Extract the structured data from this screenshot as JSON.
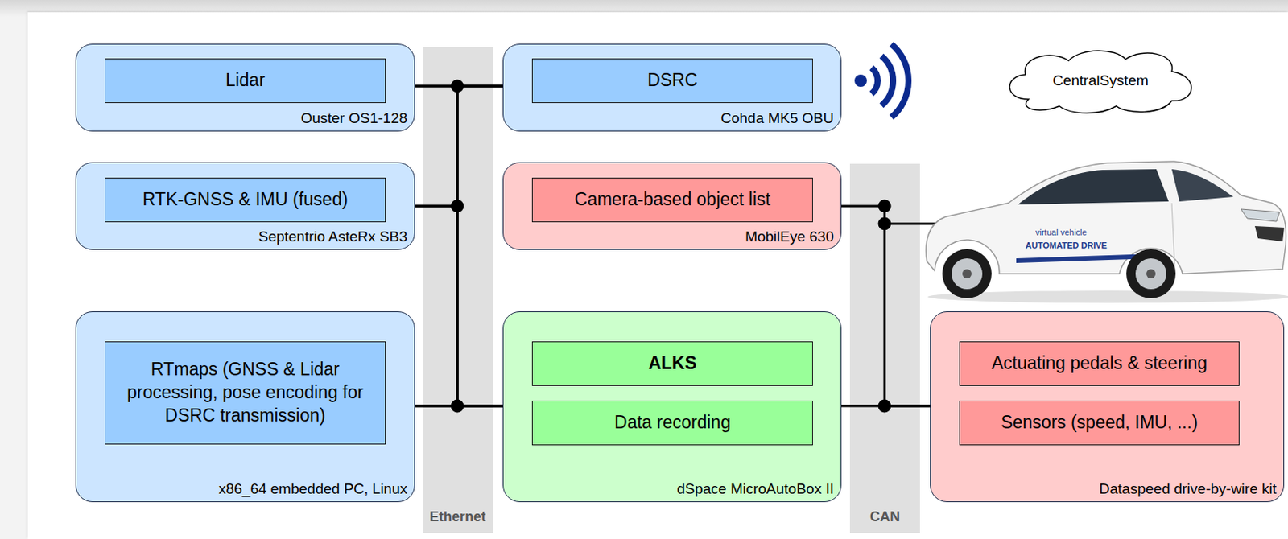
{
  "diagram": {
    "nodes": [
      {
        "text": [
          "Ouster OS1-128"
        ]
      },
      {
        "text": [
          "Lidar"
        ],
        "in": 0
      },
      {
        "text": [
          "Cohda MK5 OBU"
        ]
      },
      {
        "text": [
          "DSRC"
        ],
        "in": 2
      },
      {
        "text": [
          "CentralSystem"
        ]
      },
      {
        "text": [
          "Septentrio AsteRx SB3"
        ]
      },
      {
        "text": [
          "RTK-GNSS & IMU (fused)"
        ],
        "in": 5
      },
      {
        "text": [
          "MobilEye 630"
        ]
      },
      {
        "text": [
          "Camera-based object list"
        ],
        "in": 7
      },
      {
        "text": [
          "x86_64 embedded PC, Linux"
        ]
      },
      {
        "text": [
          "RTmaps (GNSS & Lidar processing, pose encoding for DSRC transmission)"
        ],
        "in": 9
      },
      {
        "text": [
          "dSpace MicroAutoBox II"
        ]
      },
      {
        "text": [
          "ALKS"
        ],
        "in": 11
      },
      {
        "text": [
          "Data recording"
        ],
        "in": 11
      },
      {
        "text": [
          "Dataspeed drive-by-wire kit"
        ]
      },
      {
        "text": [
          "Actuating pedals & steering"
        ],
        "in": 14
      },
      {
        "text": [
          "Sensors (speed, IMU, ...)"
        ],
        "in": 14
      },
      {
        "text": [
          "Ethernet"
        ]
      },
      {
        "text": [
          "CAN"
        ]
      }
    ],
    "edges": [
      {
        "from": 0,
        "to": 2,
        "arrow": "none"
      },
      {
        "from": 0,
        "to": 11,
        "arrow": "none"
      },
      {
        "from": 5,
        "to": 2,
        "arrow": "none"
      },
      {
        "from": 5,
        "to": 11,
        "arrow": "none"
      },
      {
        "from": 9,
        "to": 2,
        "arrow": "none"
      },
      {
        "from": 9,
        "to": 11,
        "arrow": "none"
      },
      {
        "from": 7,
        "to": 14,
        "arrow": "none"
      },
      {
        "from": 11,
        "to": 14,
        "arrow": "none"
      }
    ],
    "labels": [
      "virtual vehicle",
      "AUTOMATED DRIVE"
    ]
  }
}
